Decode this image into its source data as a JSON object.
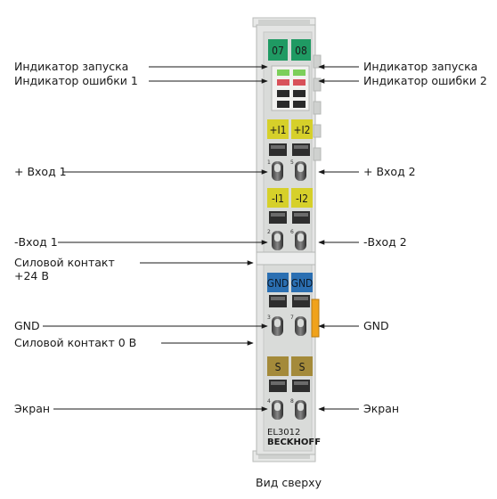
{
  "module": {
    "model": "EL3012",
    "brand": "BECKHOFF",
    "channel_top_labels": [
      "07",
      "08"
    ],
    "channel_plus_labels": [
      "+I1",
      "+I2"
    ],
    "channel_minus_labels": [
      "-I1",
      "-I2"
    ],
    "gnd_labels": [
      "GND",
      "GND"
    ],
    "shield_labels": [
      "S",
      "S"
    ],
    "terminal_numbers": [
      "1",
      "5",
      "2",
      "6",
      "3",
      "7",
      "4",
      "8"
    ],
    "colors": {
      "housing": "#dcdedd",
      "green_header": "#1f9a63",
      "yellow_badge": "#d6d02a",
      "blue_badge": "#2b6fb2",
      "olive_badge": "#a48a3a",
      "orange_contact": "#f0a21b"
    }
  },
  "labels_left": [
    "Индикатор запуска",
    "Индикатор ошибки 1",
    "+ Вход 1",
    "-Вход 1",
    "Силовой контакт",
    "+24 В",
    "GND",
    "Силовой контакт 0 В",
    "Экран"
  ],
  "labels_right": [
    "Индикатор запуска",
    "Индикатор ошибки 2",
    "+ Вход 2",
    "-Вход 2",
    "GND",
    "Экран"
  ],
  "caption": "Вид сверху"
}
